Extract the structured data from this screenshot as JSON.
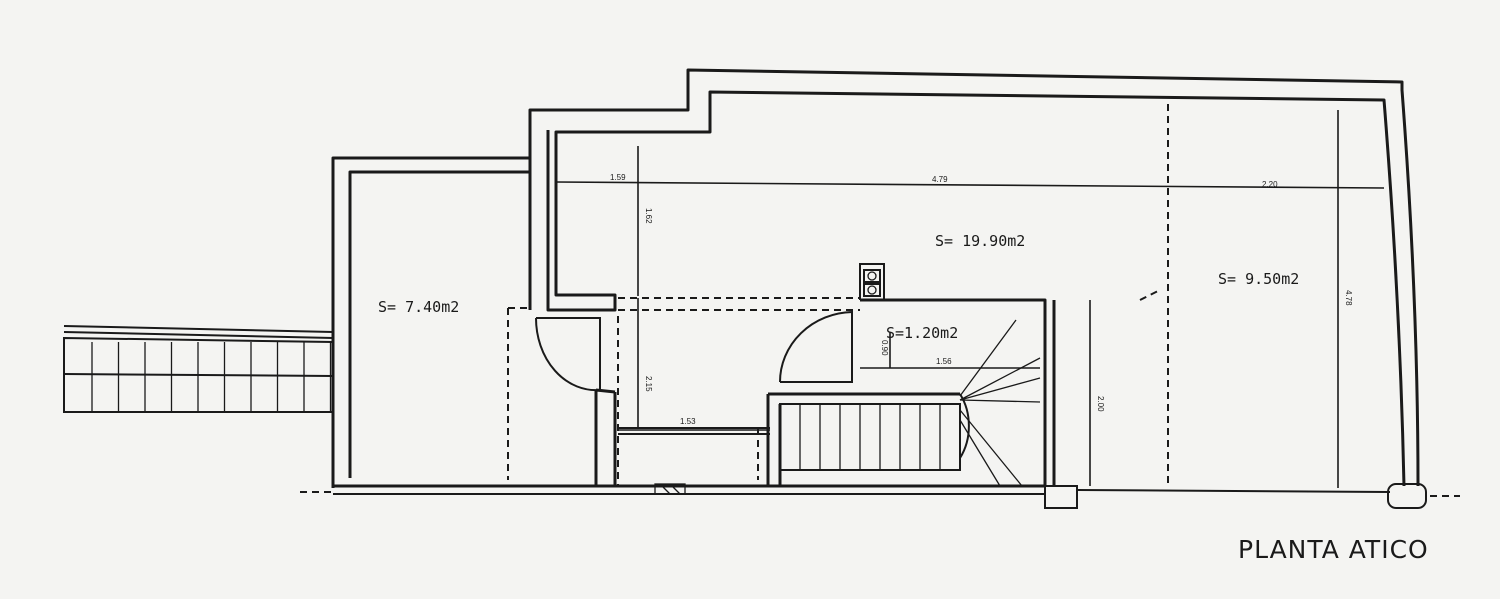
{
  "title": "PLANTA ATICO",
  "rooms": [
    {
      "id": "left",
      "label": "S= 7.40m2"
    },
    {
      "id": "center",
      "label": "S= 19.90m2"
    },
    {
      "id": "right",
      "label": "S= 9.50m2"
    },
    {
      "id": "stair",
      "label": "S=1.20m2"
    }
  ],
  "dimensions": {
    "top_left": "1.59",
    "top_mid": "4.79",
    "top_right": "2.20",
    "vert_left": "1.62",
    "vert_left_low": "2.15",
    "horiz_low": "1.53",
    "stair_horiz": "1.56",
    "stair_vert": "0.90",
    "vert_right": "2.00",
    "right_edge": "4.78"
  }
}
